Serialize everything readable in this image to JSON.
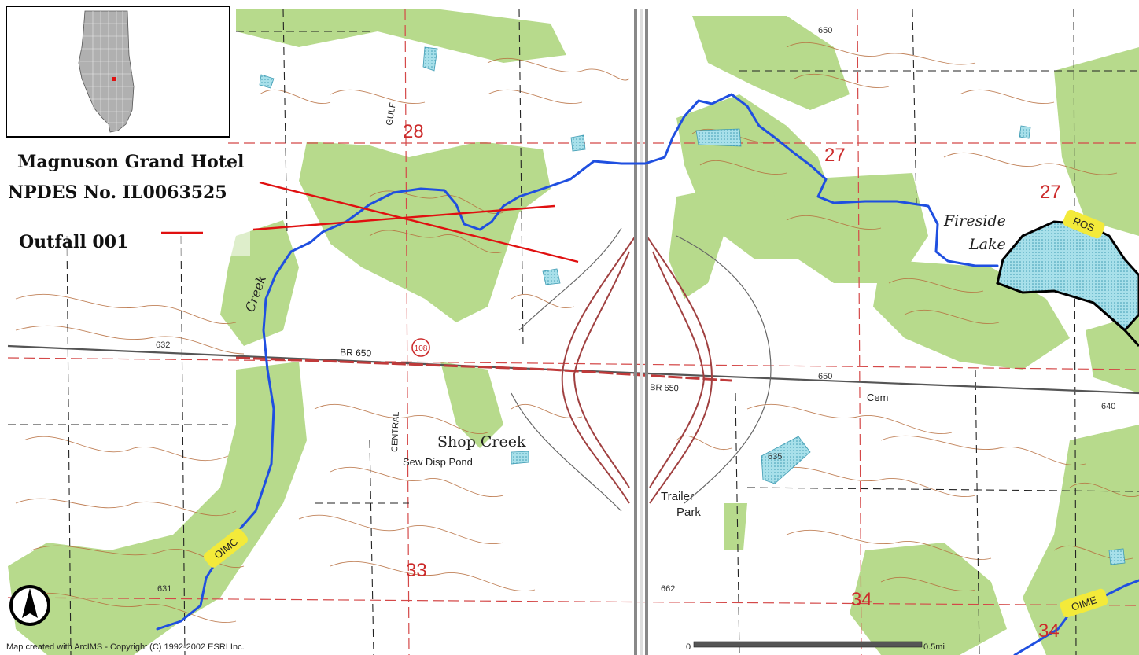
{
  "legend": {
    "facility": "Magnuson Grand Hotel",
    "permit": "NPDES No. IL0063525",
    "outfall": "Outfall 001"
  },
  "sections": [
    "28",
    "27",
    "27",
    "33",
    "34",
    "34"
  ],
  "place_labels": {
    "shop_creek": "Shop Creek",
    "sew_disp_pond": "Sew Disp Pond",
    "trailer": "Trailer",
    "park": "Park",
    "fireside": "Fireside",
    "lake": "Lake",
    "creek": "Creek",
    "gulf": "GULF",
    "central": "CENTRAL",
    "cem": "Cem"
  },
  "road_labels": {
    "br650_west": "BR 650",
    "br650_east": "BR 650",
    "route": "108"
  },
  "elevations": [
    "632",
    "650",
    "640",
    "635",
    "662",
    "631",
    "650"
  ],
  "segment_labels": [
    "OIMC",
    "ROS",
    "OIME"
  ],
  "scale": {
    "start": "0",
    "end": "0.5mi"
  },
  "credit": "Map created with ArcIMS - Copyright (C) 1992-2002 ESRI Inc.",
  "colors": {
    "stream": "#1f4fe0",
    "outfall_line": "#e01010",
    "vegetation": "#b5d98a",
    "lake": "#9fdde8",
    "contour": "#b4693a",
    "section_line": "#d84848",
    "highway": "#8a8a8a",
    "segment_highlight": "#f3ea3a"
  }
}
